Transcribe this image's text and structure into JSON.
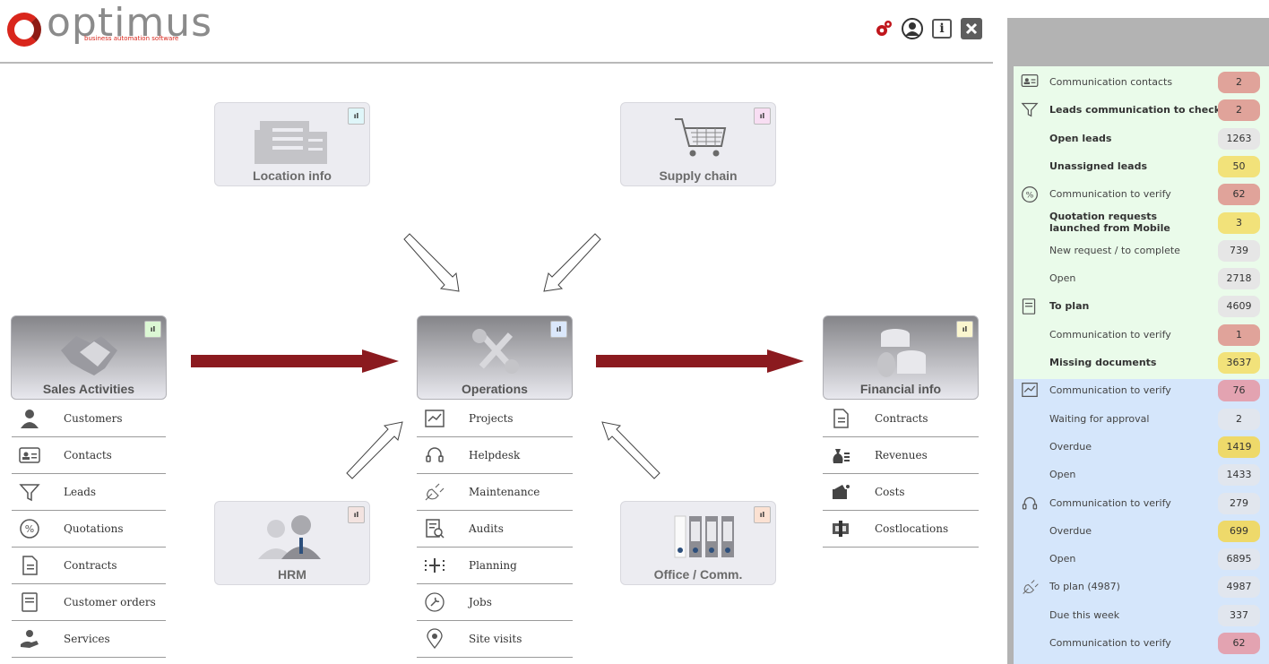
{
  "logo": {
    "text": "optimus",
    "subtitle": "business automation software"
  },
  "header": {
    "icons": [
      "settings-gears-icon",
      "user-icon",
      "info-icon",
      "close-icon"
    ],
    "info_label": "i"
  },
  "tiles": {
    "location": {
      "title": "Location info",
      "badge": "ıl"
    },
    "supply": {
      "title": "Supply chain",
      "badge": "ıl"
    },
    "sales": {
      "title": "Sales Activities",
      "badge": "ıl"
    },
    "operations": {
      "title": "Operations",
      "badge": "ıl"
    },
    "financial": {
      "title": "Financial info",
      "badge": "ıl"
    },
    "hrm": {
      "title": "HRM",
      "badge": "ıl"
    },
    "office": {
      "title": "Office / Comm.",
      "badge": "ıl"
    }
  },
  "sales_menu": [
    {
      "label": "Customers",
      "icon": "person-icon"
    },
    {
      "label": "Contacts",
      "icon": "contact-card-icon"
    },
    {
      "label": "Leads",
      "icon": "funnel-icon"
    },
    {
      "label": "Quotations",
      "icon": "percent-icon"
    },
    {
      "label": "Contracts",
      "icon": "contract-icon"
    },
    {
      "label": "Customer orders",
      "icon": "order-document-icon"
    },
    {
      "label": "Services",
      "icon": "service-hand-icon"
    }
  ],
  "operations_menu": [
    {
      "label": "Projects",
      "icon": "chart-board-icon"
    },
    {
      "label": "Helpdesk",
      "icon": "headset-icon"
    },
    {
      "label": "Maintenance",
      "icon": "plug-icon"
    },
    {
      "label": "Audits",
      "icon": "audit-magnifier-icon"
    },
    {
      "label": "Planning",
      "icon": "planning-grid-icon"
    },
    {
      "label": "Jobs",
      "icon": "wrench-circle-icon"
    },
    {
      "label": "Site visits",
      "icon": "location-pin-icon"
    }
  ],
  "financial_menu": [
    {
      "label": "Contracts",
      "icon": "contract-icon"
    },
    {
      "label": "Revenues",
      "icon": "money-bag-icon"
    },
    {
      "label": "Costs",
      "icon": "wallet-icon"
    },
    {
      "label": "Costlocations",
      "icon": "cost-location-icon"
    }
  ],
  "panel": [
    {
      "label": "Communication contacts",
      "count": "2",
      "icon": "contact-card-icon",
      "color": "#e0a39a",
      "bold": false
    },
    {
      "label": "Leads communication to check",
      "count": "2",
      "icon": "funnel-icon",
      "color": "#e0a39a",
      "bold": true
    },
    {
      "label": "Open leads",
      "count": "1263",
      "icon": "",
      "color": "#e6e6e6",
      "bold": true
    },
    {
      "label": "Unassigned leads",
      "count": "50",
      "icon": "",
      "color": "#f2e27a",
      "bold": true
    },
    {
      "label": "Communication to verify",
      "count": "62",
      "icon": "percent-icon",
      "color": "#e0a39a",
      "bold": false
    },
    {
      "label": "Quotation requests launched from Mobile",
      "count": "3",
      "icon": "",
      "color": "#f2e27a",
      "bold": true
    },
    {
      "label": "New request / to complete",
      "count": "739",
      "icon": "",
      "color": "#e6e6e6",
      "bold": false
    },
    {
      "label": "Open",
      "count": "2718",
      "icon": "",
      "color": "#e6e6e6",
      "bold": false
    },
    {
      "label": "To plan",
      "count": "4609",
      "icon": "order-document-icon",
      "color": "#e6e6e6",
      "bold": true
    },
    {
      "label": "Communication to verify",
      "count": "1",
      "icon": "",
      "color": "#e0a39a",
      "bold": false
    },
    {
      "label": "Missing documents",
      "count": "3637",
      "icon": "",
      "color": "#f2e27a",
      "bold": true
    },
    {
      "label": "Communication to verify",
      "count": "76",
      "icon": "chart-board-icon",
      "color": "#e3a3b1",
      "bold": false
    },
    {
      "label": "Waiting for approval",
      "count": "2",
      "icon": "",
      "color": "#e1e6ee",
      "bold": false
    },
    {
      "label": "Overdue",
      "count": "1419",
      "icon": "",
      "color": "#eed96a",
      "bold": false
    },
    {
      "label": "Open",
      "count": "1433",
      "icon": "",
      "color": "#e1e6ee",
      "bold": false
    },
    {
      "label": "Communication to verify",
      "count": "279",
      "icon": "headset-icon",
      "color": "#e1e6ee",
      "bold": false
    },
    {
      "label": "Overdue",
      "count": "699",
      "icon": "",
      "color": "#eed96a",
      "bold": false
    },
    {
      "label": "Open",
      "count": "6895",
      "icon": "",
      "color": "#e1e6ee",
      "bold": false
    },
    {
      "label": "To plan (4987)",
      "count": "4987",
      "icon": "plug-icon",
      "color": "#e1e6ee",
      "bold": false
    },
    {
      "label": "Due this week",
      "count": "337",
      "icon": "",
      "color": "#e1e6ee",
      "bold": false
    },
    {
      "label": "Communication to verify",
      "count": "62",
      "icon": "",
      "color": "#e3a3b1",
      "bold": false
    }
  ],
  "colors": {
    "brand_red": "#d9261c",
    "arrow_red": "#8b1a1f",
    "panel_green": "#eafbea",
    "panel_blue": "#d5e6fb"
  }
}
